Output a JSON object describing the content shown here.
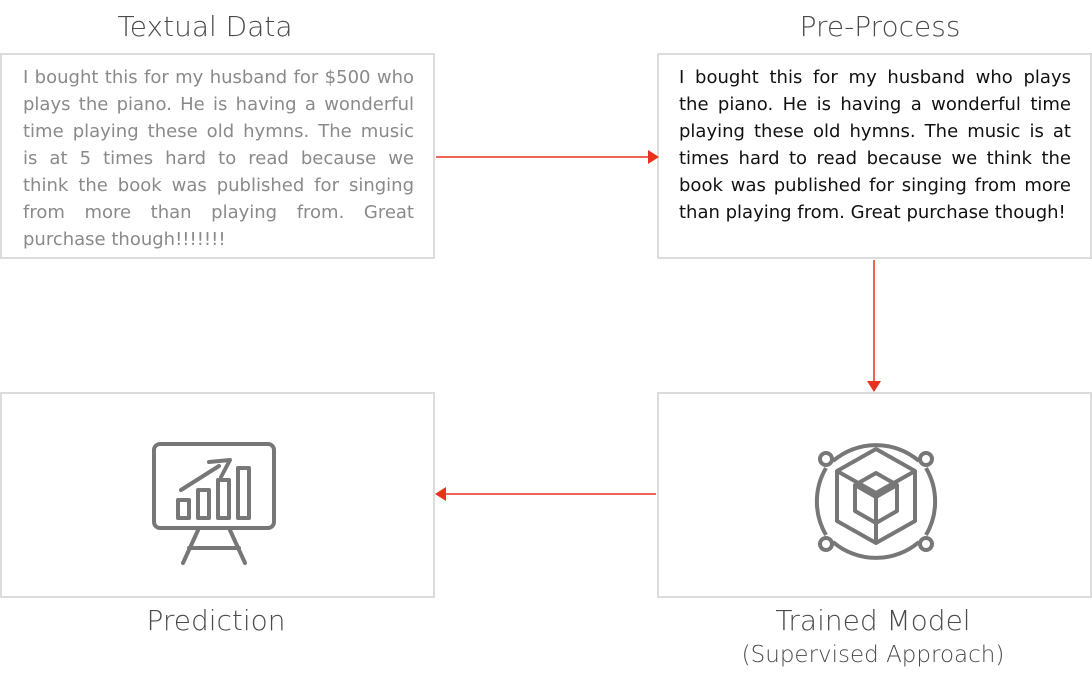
{
  "nodes": {
    "textual_data": {
      "title": "Textual Data",
      "text": "I bought this for my husband for $500 who plays the piano. He is having a wonderful time playing these old hymns. The music is at 5 times hard to read because we think the book was published for singing from more than playing from. Great purchase though!!!!!!!"
    },
    "pre_process": {
      "title": "Pre-Process",
      "text": "I bought this for my husband who plays the piano. He is having a wonderful time playing these old hymns. The music is at times hard to read because we think the book was published for singing from more than playing from. Great purchase though!"
    },
    "trained_model": {
      "title": "Trained Model",
      "subtitle": "(Supervised Approach)",
      "icon": "cube-network-icon"
    },
    "prediction": {
      "title": "Prediction",
      "icon": "presentation-chart-icon"
    }
  },
  "edges": [
    {
      "from": "Textual Data",
      "to": "Pre-Process"
    },
    {
      "from": "Pre-Process",
      "to": "Trained Model"
    },
    {
      "from": "Trained Model",
      "to": "Prediction"
    }
  ],
  "colors": {
    "arrow": "#e8321e",
    "box_border": "#dcdcdc",
    "icon": "#777777",
    "title_text": "#4a4a4a",
    "raw_text": "#8a8a8a",
    "clean_text": "#111111"
  }
}
